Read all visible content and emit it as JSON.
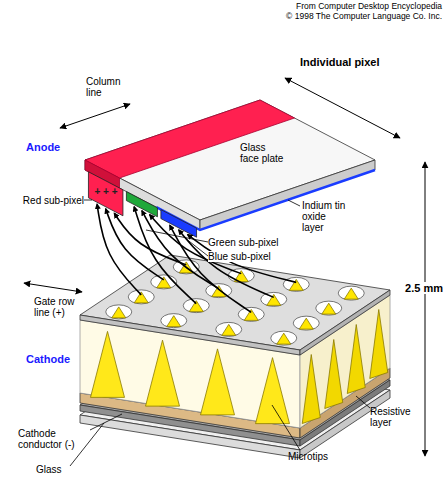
{
  "diagram": {
    "labels": [
      "From Computer Desktop Encyclopedia",
      "© 1998 The Computer Language Co. Inc.",
      "Column line",
      "Individual pixel",
      "Glass face plate",
      "Anode",
      "Red sub-pixel",
      "Green sub-pixel",
      "Blue sub-pixel",
      "+ + +",
      "Indium tin oxide layer",
      "2.5 mm",
      "Gate row line (+)",
      "Cathode",
      "Resistive layer",
      "Cathode conductor (-)",
      "Microtips",
      "Glass"
    ]
  }
}
